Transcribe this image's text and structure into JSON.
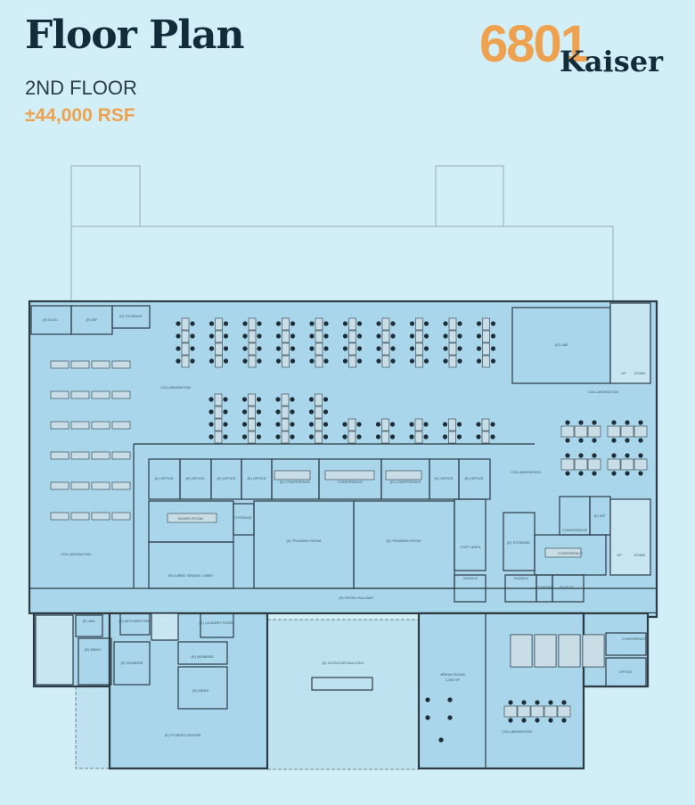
{
  "header": {
    "title": "Floor Plan",
    "floor": "2ND FLOOR",
    "area": "±44,000 RSF"
  },
  "logo": {
    "number": "6801",
    "name": "Kaiser"
  },
  "colors": {
    "background": "#d2eef7",
    "plan_fill": "#a9d6ea",
    "wall": "#2d3b45",
    "accent": "#eea24f",
    "title": "#132c39"
  },
  "rooms": {
    "elec_top": "(E) ELEC.",
    "idf_top": "(E) IDF",
    "storage_top": "(E) STORAGE",
    "collab_center": "COLLABORATION",
    "collab_left": "COLLABORATION",
    "collab_right": "COLLABORATION",
    "collab_mid": "COLLABORATION",
    "collab_bottom": "COLLABORATION",
    "office1": "(E) OFFICE",
    "office2": "(E) OFFICE",
    "office3": "(E) OFFICE",
    "office4": "(E) OFFICE",
    "conf1": "(E) CONFERENCE",
    "conf2": "CONFERENCE",
    "conf3": "(E) CONFERENCE",
    "office5": "(E) OFFICE",
    "office6": "(E) OFFICE",
    "board": "BOARD ROOM",
    "storage_mid": "STORAGE",
    "training1": "(E) TRAINING ROOM",
    "training2": "(E) TRAINING ROOM",
    "lobby": "SECURED TENANT LOBBY",
    "hallway": "(E) RATED HALLWAY",
    "lab": "(E) LAB",
    "copy": "COPY AREA",
    "storage_e": "(E) STORAGE",
    "conf4": "CONFERENCE",
    "conf5": "CONFERENCE",
    "idf_right": "(E) IDF",
    "huddle1": "HUDDLE",
    "huddle2": "HUDDLE",
    "phone": "(E) PHONE",
    "elec_right": "(E) ELEC.",
    "jan": "(E) JAN.",
    "mothers": "(E) MOTHERS RM.",
    "womens1": "(E) WOMENS",
    "mens1": "(E) MENS",
    "laundry": "(E) LAUNDRY ROOM",
    "womens2": "(E) WOMENS",
    "mens2": "(E) MENS",
    "fitness": "(E) FITNESS CENTER",
    "balcony": "(E) OUTDOOR BALCONY",
    "break": "BREAK ROOM",
    "break_area": "1,300 SF",
    "conf6": "CONFERENCE",
    "office7": "OFFICE",
    "up1": "UP",
    "down1": "DOWN",
    "up2": "UP",
    "down2": "DOWN"
  }
}
